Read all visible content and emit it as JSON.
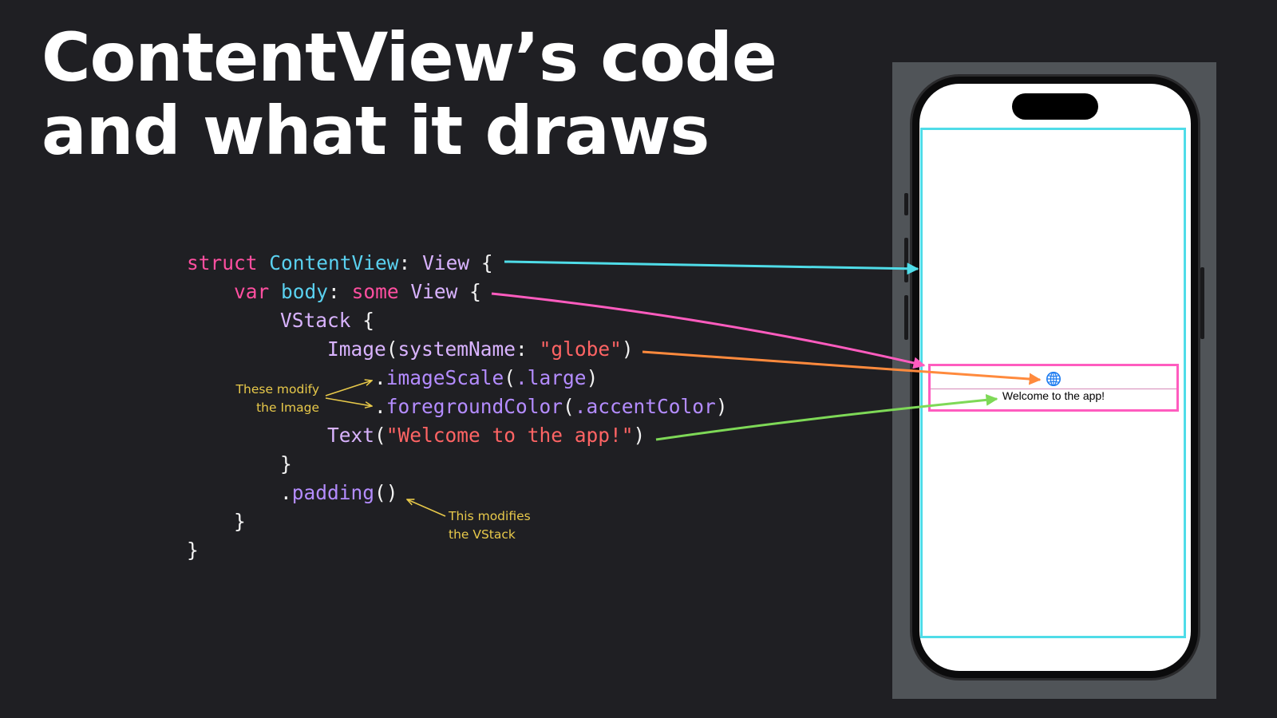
{
  "title": {
    "line1": "ContentView’s code",
    "line2": "and what it draws"
  },
  "code": {
    "l1": {
      "kw": "struct",
      "type": "ContentView",
      "colon": ": ",
      "proto": "View",
      "brace": " {"
    },
    "l2": {
      "kw": "var",
      "name": "body",
      "colon": ": ",
      "kw2": "some",
      "proto": "View",
      "brace": " {"
    },
    "l3": {
      "type": "VStack",
      "brace": " {"
    },
    "l4": {
      "type": "Image",
      "open": "(",
      "arg": "systemName",
      "colon": ": ",
      "str": "\"globe\"",
      "close": ")"
    },
    "l5": {
      "dot": ".",
      "fn": "imageScale",
      "open": "(",
      "arg": ".large",
      "close": ")"
    },
    "l6": {
      "dot": ".",
      "fn": "foregroundColor",
      "open": "(",
      "arg": ".accentColor",
      "close": ")"
    },
    "l7": {
      "type": "Text",
      "open": "(",
      "str": "\"Welcome to the app!\"",
      "close": ")"
    },
    "l8": {
      "brace": "}"
    },
    "l9": {
      "dot": ".",
      "fn": "padding",
      "parens": "()"
    },
    "l10": {
      "brace": "}"
    },
    "l11": {
      "brace": "}"
    }
  },
  "notes": {
    "image_mod": {
      "line1": "These modify",
      "line2": "the Image"
    },
    "vstack_mod": {
      "line1": "This modifies",
      "line2": "the VStack"
    }
  },
  "preview": {
    "text": "Welcome to the app!",
    "icon": "globe-icon"
  },
  "colors": {
    "background": "#1f1f23",
    "content_view_arrow": "#4fdce8",
    "body_arrow": "#ff5cbf",
    "image_arrow": "#ff8a3d",
    "text_arrow": "#7ed957",
    "note": "#e8c94a",
    "globe": "#1e7cf0"
  }
}
